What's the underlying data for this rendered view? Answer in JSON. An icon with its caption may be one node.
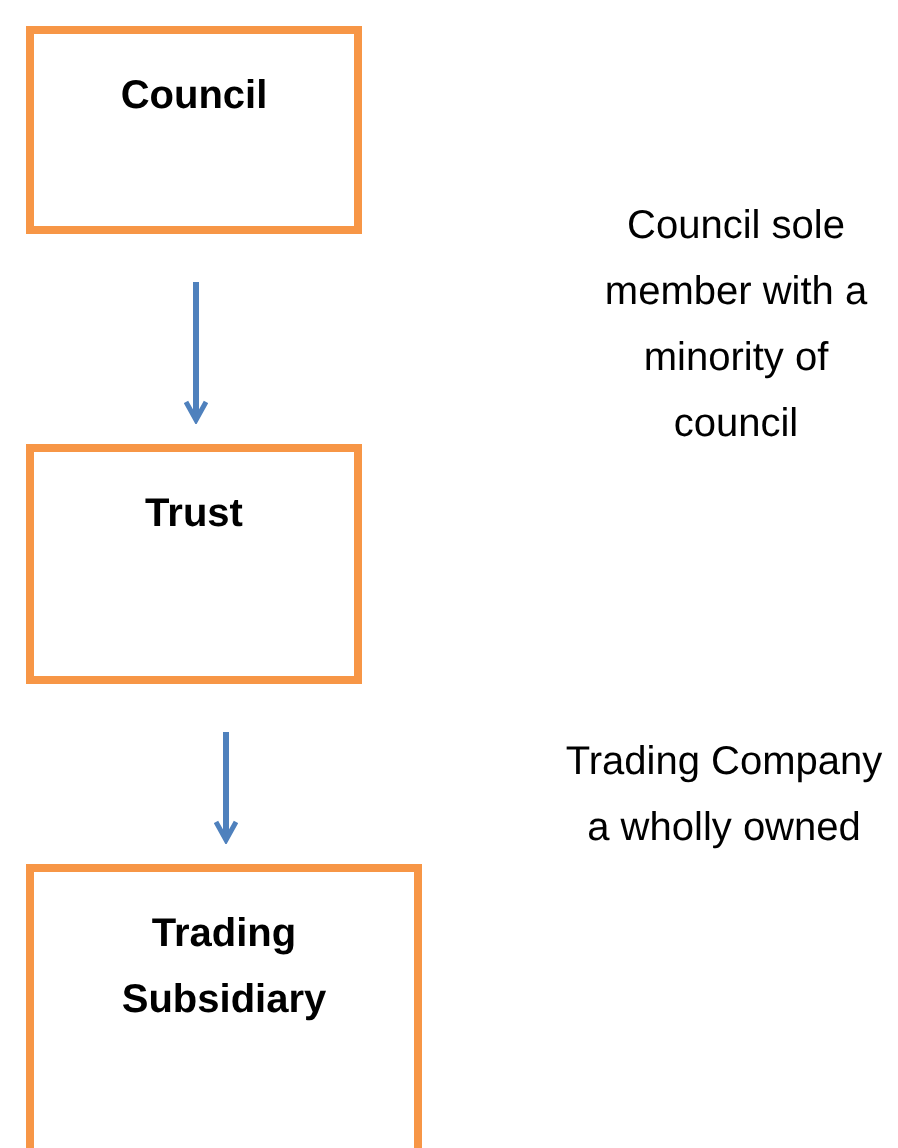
{
  "diagram": {
    "nodes": [
      {
        "text": [
          "Council"
        ]
      },
      {
        "text": [
          "Trust"
        ]
      },
      {
        "text": [
          "Trading Subsidiary"
        ]
      }
    ],
    "edges": [
      {
        "from": 0,
        "to": 1,
        "arrow": "to"
      },
      {
        "from": 1,
        "to": 2,
        "arrow": "to"
      }
    ],
    "labels": [
      "Council sole member with a minority of council",
      "Trading Company a wholly owned"
    ]
  }
}
